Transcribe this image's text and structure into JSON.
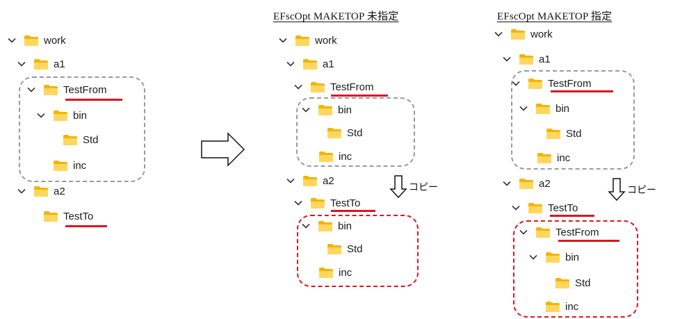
{
  "titles": {
    "middle": "EFscOpt MAKETOP 未指定",
    "right": "EFscOpt MAKETOP 指定"
  },
  "copy_label": "コピー",
  "tree_left": [
    {
      "label": "work"
    },
    {
      "label": "a1"
    },
    {
      "label": "TestFrom"
    },
    {
      "label": "bin"
    },
    {
      "label": "Std"
    },
    {
      "label": "inc"
    },
    {
      "label": "a2"
    },
    {
      "label": "TestTo"
    }
  ],
  "tree_middle": [
    {
      "label": "work"
    },
    {
      "label": "a1"
    },
    {
      "label": "TestFrom"
    },
    {
      "label": "bin"
    },
    {
      "label": "Std"
    },
    {
      "label": "inc"
    },
    {
      "label": "a2"
    },
    {
      "label": "TestTo"
    },
    {
      "label": "bin"
    },
    {
      "label": "Std"
    },
    {
      "label": "inc"
    }
  ],
  "tree_right": [
    {
      "label": "work"
    },
    {
      "label": "a1"
    },
    {
      "label": "TestFrom"
    },
    {
      "label": "bin"
    },
    {
      "label": "Std"
    },
    {
      "label": "inc"
    },
    {
      "label": "a2"
    },
    {
      "label": "TestTo"
    },
    {
      "label": "TestFrom"
    },
    {
      "label": "bin"
    },
    {
      "label": "Std"
    },
    {
      "label": "inc"
    }
  ],
  "colors": {
    "highlight": "#e0141e",
    "dashed_gray": "#9a9a9a",
    "folder": "#f7c948"
  }
}
